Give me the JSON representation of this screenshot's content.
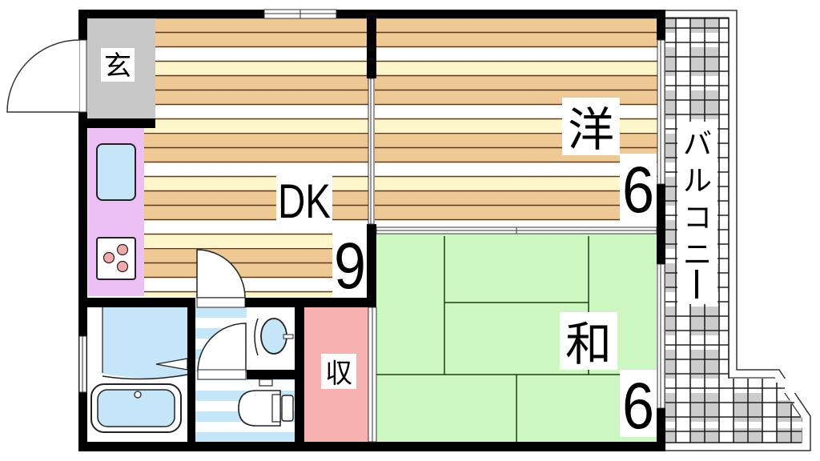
{
  "floorplan": {
    "rooms": {
      "entrance": {
        "label": "玄",
        "color": "#c8c8c8"
      },
      "dining_kitchen": {
        "label": "DK",
        "size": "9",
        "floor": "wood"
      },
      "western_room": {
        "label": "洋",
        "size": "6",
        "floor": "wood"
      },
      "japanese_room": {
        "label": "和",
        "size": "6",
        "floor": "tatami",
        "color": "#ccf7c0"
      },
      "storage": {
        "label": "収",
        "color": "#f8b1b1"
      },
      "balcony": {
        "label_chars": [
          "バ",
          "ル",
          "コ",
          "ニ",
          "ー"
        ]
      },
      "kitchen_counter": {
        "color": "#ecc0f5"
      },
      "bathroom": {
        "color": "#c5e6f8"
      },
      "washroom": {},
      "toilet": {}
    },
    "colors": {
      "wall": "#000000",
      "wood_dark": "#eec994",
      "wood_light": "#fff7cc",
      "wood_white": "#ffffff",
      "water": "#c5e6f8",
      "tile_gray": "#cccccc",
      "burner": "#f5a9a9"
    }
  }
}
